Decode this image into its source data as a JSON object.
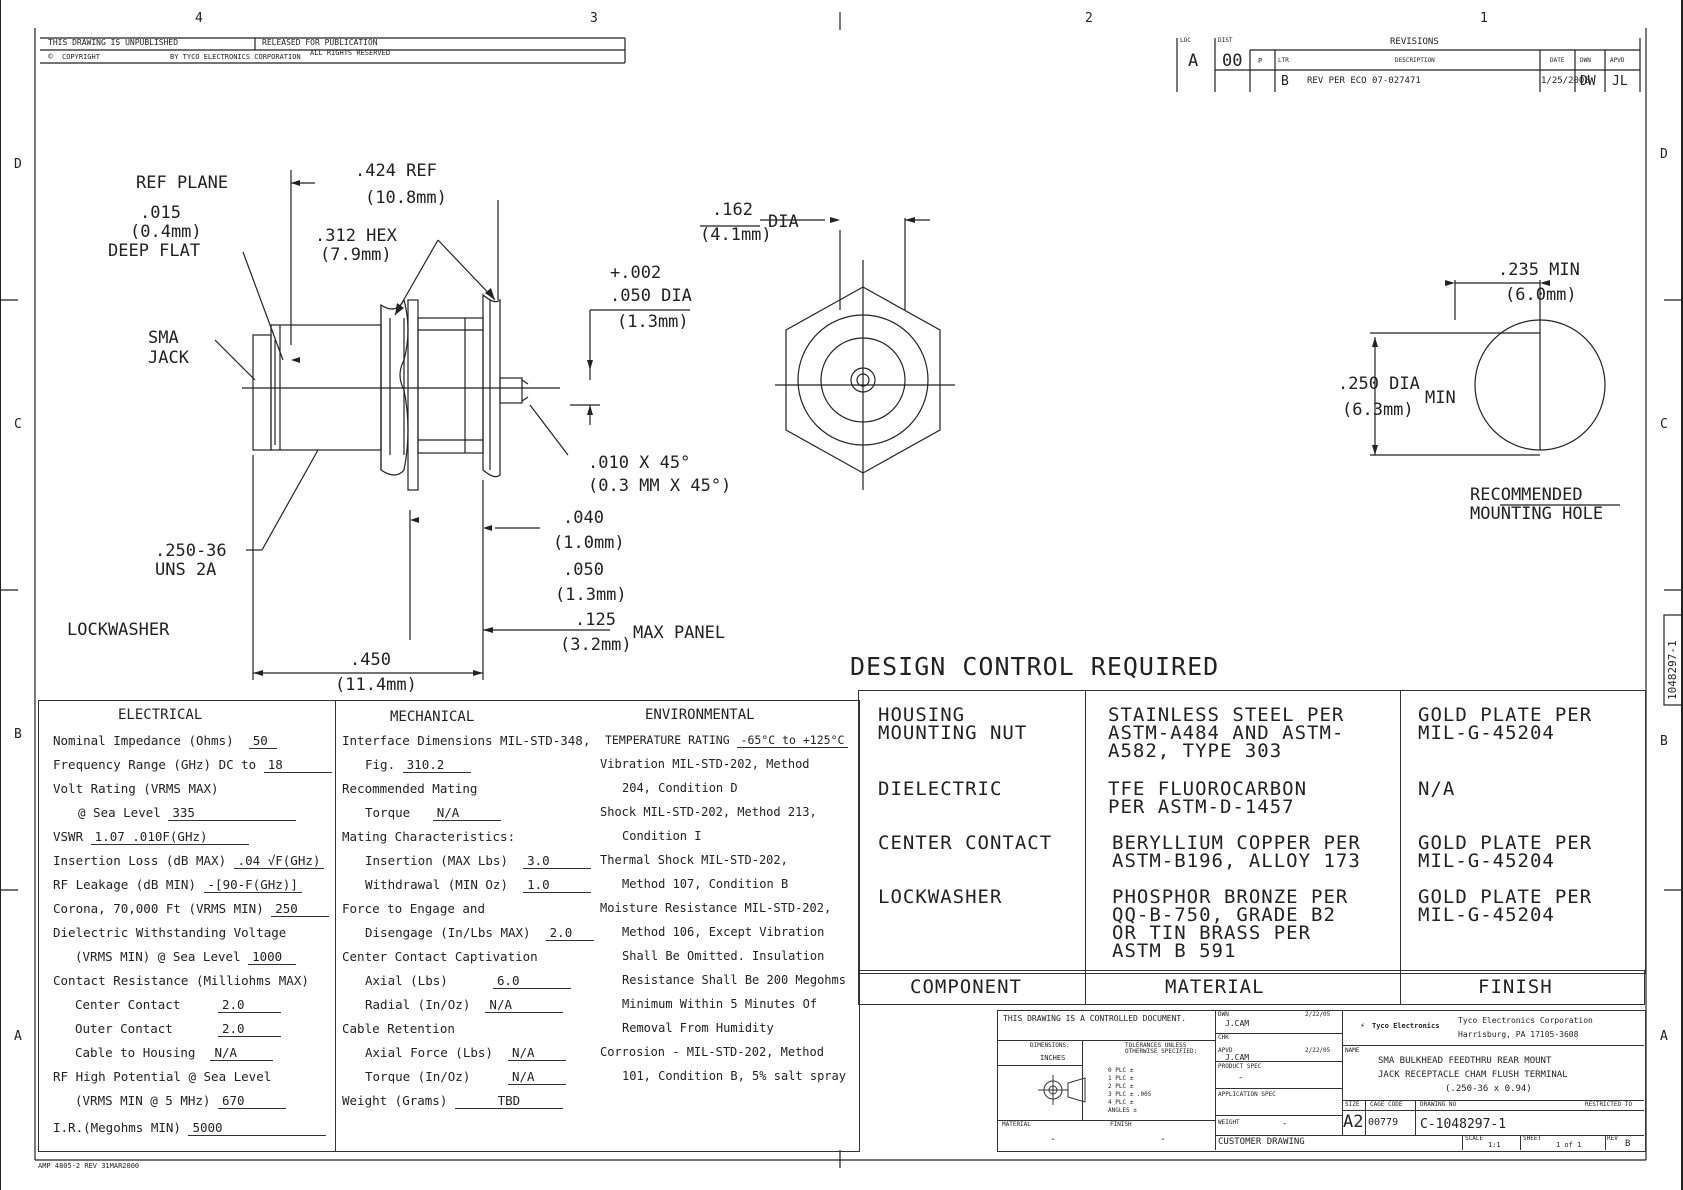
{
  "zones": {
    "top": [
      "4",
      "3",
      "2",
      "1"
    ],
    "side_letters": [
      "D",
      "C",
      "B",
      "A"
    ]
  },
  "top_notes": {
    "unpublished": "THIS DRAWING IS UNPUBLISHED",
    "released": "RELEASED FOR PUBLICATION",
    "copyright": "COPYRIGHT",
    "by": "BY TYCO ELECTRONICS CORPORATION",
    "rights": "ALL RIGHTS RESERVED"
  },
  "revisions": {
    "title": "REVISIONS",
    "hdr_loc": "LOC",
    "hdr_dist": "DIST",
    "hdr_ltr": "LTR",
    "hdr_desc": "DESCRIPTION",
    "hdr_date": "DATE",
    "hdr_dwn": "DWN",
    "hdr_apvd": "APVD",
    "loc": "A",
    "dist": "00",
    "p": "P",
    "ltr": "B",
    "desc": "REV PER ECO 07-027471",
    "date": "1/25/2008",
    "dwn": "DW",
    "apvd": "JL"
  },
  "dims": {
    "ref_plane": "REF PLANE",
    "flat_in": ".015",
    "flat_mm": "(0.4mm)",
    "flat_lbl": "DEEP FLAT",
    "ref_in": ".424 REF",
    "ref_mm": "(10.8mm)",
    "hex_in": ".312 HEX",
    "hex_mm": "(7.9mm)",
    "tol": "+.002",
    "pin_in": ".050 DIA",
    "pin_mm": "(1.3mm)",
    "sma": "SMA",
    "jack": "JACK",
    "cham_in": ".010 X 45°",
    "cham_mm": "(0.3 MM X 45°)",
    "d040": ".040",
    "d040_mm": "(1.0mm)",
    "d050": ".050",
    "d050_mm": "(1.3mm)",
    "d125": ".125",
    "d125_mm": "(3.2mm)",
    "max_panel": "MAX PANEL",
    "thread1": ".250-36",
    "thread2": "UNS 2A",
    "lockwasher": "LOCKWASHER",
    "d450": ".450",
    "d450_mm": "(11.4mm)",
    "d162": ".162",
    "d162_mm": "(4.1mm)",
    "dia": "DIA",
    "d235": ".235 MIN",
    "d235_mm": "(6.0mm)",
    "d250": ".250 DIA",
    "d250_mm": "(6.3mm)",
    "min": "MIN",
    "rec1": "RECOMMENDED",
    "rec2": "MOUNTING HOLE"
  },
  "design_control": "DESIGN CONTROL REQUIRED",
  "specs": {
    "electrical": {
      "title": "ELECTRICAL",
      "rows": [
        {
          "label": "Nominal Impedance (Ohms)",
          "value": "50"
        },
        {
          "label": "Frequency Range (GHz) DC to",
          "value": "18"
        },
        {
          "label": "Volt Rating (VRMS MAX)",
          "value": ""
        },
        {
          "label": "@ Sea Level",
          "value": "335"
        },
        {
          "label": "VSWR",
          "value": "1.07 .010F(GHz)"
        },
        {
          "label": "Insertion Loss (dB MAX)",
          "value": ".04 √F(GHz)"
        },
        {
          "label": "RF Leakage (dB MIN)",
          "value": "-[90-F(GHz)]"
        },
        {
          "label": "Corona, 70,000 Ft (VRMS MIN)",
          "value": "250"
        },
        {
          "label": "Dielectric Withstanding Voltage",
          "value": ""
        },
        {
          "label": "(VRMS MIN) @ Sea Level",
          "value": "1000"
        },
        {
          "label": "Contact Resistance (Milliohms MAX)",
          "value": ""
        },
        {
          "label": "Center Contact",
          "value": "2.0"
        },
        {
          "label": "Outer Contact",
          "value": "2.0"
        },
        {
          "label": "Cable to Housing",
          "value": "N/A"
        },
        {
          "label": "RF High Potential @ Sea Level",
          "value": ""
        },
        {
          "label": "(VRMS MIN @ 5 MHz)",
          "value": "670"
        },
        {
          "label": "I.R.(Megohms MIN)",
          "value": "5000"
        }
      ]
    },
    "mechanical": {
      "title": "MECHANICAL",
      "rows": [
        {
          "label": "Interface Dimensions MIL-STD-348,",
          "value": ""
        },
        {
          "label": "Fig.",
          "value": "310.2"
        },
        {
          "label": "Recommended Mating",
          "value": ""
        },
        {
          "label": "Torque",
          "value": "N/A"
        },
        {
          "label": "Mating Characteristics:",
          "value": ""
        },
        {
          "label": "Insertion (MAX Lbs)",
          "value": "3.0"
        },
        {
          "label": "Withdrawal (MIN Oz)",
          "value": "1.0"
        },
        {
          "label": "Force to Engage and",
          "value": ""
        },
        {
          "label": "Disengage (In/Lbs MAX)",
          "value": "2.0"
        },
        {
          "label": "Center Contact Captivation",
          "value": ""
        },
        {
          "label": "Axial (Lbs)",
          "value": "6.0"
        },
        {
          "label": "Radial (In/Oz)",
          "value": "N/A"
        },
        {
          "label": "Cable Retention",
          "value": ""
        },
        {
          "label": "Axial Force (Lbs)",
          "value": "N/A"
        },
        {
          "label": "Torque (In/Oz)",
          "value": "N/A"
        },
        {
          "label": "Weight (Grams)",
          "value": "TBD"
        }
      ]
    },
    "environmental": {
      "title": "ENVIRONMENTAL",
      "rows": [
        {
          "label": "TEMPERATURE RATING",
          "value": "-65°C to +125°C"
        },
        {
          "label": "Vibration MIL-STD-202, Method",
          "value": ""
        },
        {
          "label": "204, Condition D",
          "value": ""
        },
        {
          "label": "Shock MIL-STD-202, Method 213,",
          "value": ""
        },
        {
          "label": "Condition I",
          "value": ""
        },
        {
          "label": "Thermal Shock MIL-STD-202,",
          "value": ""
        },
        {
          "label": "Method 107, Condition B",
          "value": ""
        },
        {
          "label": "Moisture Resistance MIL-STD-202,",
          "value": ""
        },
        {
          "label": "Method 106, Except Vibration",
          "value": ""
        },
        {
          "label": "Shall Be Omitted. Insulation",
          "value": ""
        },
        {
          "label": "Resistance Shall Be 200 Megohms",
          "value": ""
        },
        {
          "label": "Minimum Within 5 Minutes Of",
          "value": ""
        },
        {
          "label": "Removal From Humidity",
          "value": ""
        },
        {
          "label": "Corrosion - MIL-STD-202, Method",
          "value": ""
        },
        {
          "label": "101, Condition B, 5% salt spray",
          "value": ""
        }
      ]
    }
  },
  "materials": {
    "rows": [
      {
        "component": "HOUSING\nMOUNTING NUT",
        "material": "STAINLESS STEEL PER\nASTM-A484 AND ASTM-\nA582, TYPE 303",
        "finish": "GOLD PLATE PER\nMIL-G-45204"
      },
      {
        "component": "DIELECTRIC",
        "material": "TFE FLUOROCARBON\nPER ASTM-D-1457",
        "finish": "N/A"
      },
      {
        "component": "CENTER CONTACT",
        "material": "BERYLLIUM COPPER PER\nASTM-B196, ALLOY 173",
        "finish": "GOLD PLATE PER\nMIL-G-45204"
      },
      {
        "component": "LOCKWASHER",
        "material": "PHOSPHOR BRONZE PER\nQQ-B-750, GRADE B2\nOR TIN BRASS PER\nASTM B 591",
        "finish": "GOLD PLATE PER\nMIL-G-45204"
      }
    ],
    "hdr_component": "COMPONENT",
    "hdr_material": "MATERIAL",
    "hdr_finish": "FINISH"
  },
  "title_block": {
    "controlled": "THIS DRAWING IS A CONTROLLED DOCUMENT.",
    "dims_lbl": "DIMENSIONS:",
    "dims_val": "INCHES",
    "tol_lbl": "TOLERANCES UNLESS OTHERWISE SPECIFIED:",
    "tol_rows": [
      "0 PLC ±",
      "1 PLC ±",
      "2 PLC ±",
      "3 PLC ± .005",
      "4 PLC ±",
      "ANGLES ±"
    ],
    "material_lbl": "MATERIAL",
    "material_val": "-",
    "finish_lbl": "FINISH",
    "finish_val": "-",
    "dwn_lbl": "DWN",
    "dwn_val": "J.CAM",
    "dwn_date": "2/22/05",
    "chk_lbl": "CHK",
    "appvd_lbl": "APVD",
    "appvd_val": "J.CAM",
    "appvd_date": "2/22/05",
    "product_spec": "PRODUCT SPEC",
    "product_spec_val": "-",
    "application_spec": "APPLICATION SPEC",
    "weight_lbl": "WEIGHT",
    "weight_val": "-",
    "company_logo": "Tyco Electronics",
    "company": "Tyco Electronics Corporation",
    "city": "Harrisburg, PA 17105-3608",
    "name_lbl": "NAME",
    "name1": "SMA BULKHEAD FEEDTHRU REAR MOUNT",
    "name2": "JACK RECEPTACLE CHAM FLUSH TERMINAL",
    "name3": "(.250-36 x 0.94)",
    "size_lbl": "SIZE",
    "size_val": "A2",
    "cage_lbl": "CAGE CODE",
    "cage_val": "00779",
    "dwg_lbl": "DRAWING NO",
    "dwg_val": "C-1048297-1",
    "restricted": "RESTRICTED TO",
    "customer": "CUSTOMER DRAWING",
    "scale_lbl": "SCALE",
    "scale_val": "1:1",
    "sheet_lbl": "SHEET",
    "sheet_val": "1 of 1",
    "rev_lbl": "REV",
    "rev_val": "B"
  },
  "side_number": "1048297-1",
  "footer": "AMP 4805-2 REV 31MAR2000"
}
